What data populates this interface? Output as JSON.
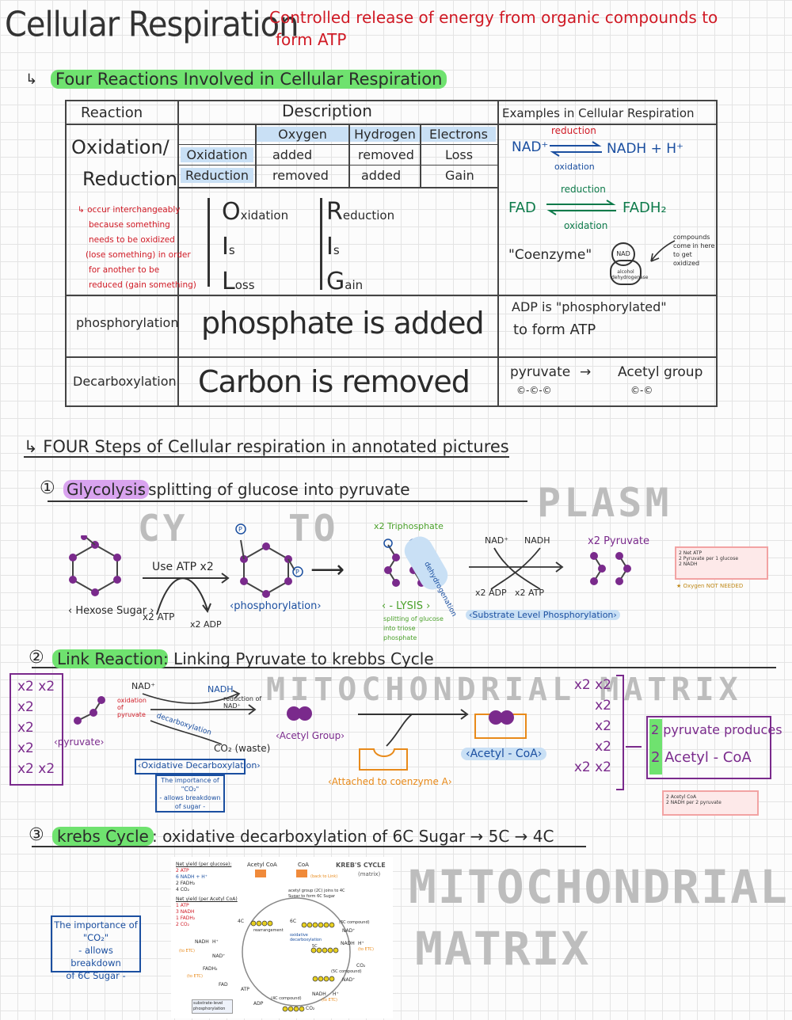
{
  "header": {
    "title": "Cellular Respiration",
    "definition_line1": "Controlled release of energy from organic compounds to",
    "definition_line2": "form ATP"
  },
  "section1": {
    "title": "Four Reactions Involved in Cellular Respiration"
  },
  "table": {
    "headers": {
      "reaction": "Reaction",
      "description": "Description",
      "examples": "Examples in Cellular Respiration"
    },
    "subheaders": {
      "oxygen": "Oxygen",
      "hydrogen": "Hydrogen",
      "electrons": "Electrons"
    },
    "oxidation_row": {
      "label": "Oxidation",
      "oxygen": "added",
      "hydrogen": "removed",
      "electrons": "Loss"
    },
    "reduction_row": {
      "label": "Reduction",
      "oxygen": "removed",
      "hydrogen": "added",
      "electrons": "Gain"
    },
    "redox": {
      "name_line1": "Oxidation/",
      "name_line2": "Reduction",
      "note": [
        "↳ occur interchangeably",
        "because something",
        "needs to be oxidized",
        "(lose something) in order",
        "for another to be",
        "reduced (gain something)"
      ],
      "mnemonic_left": [
        {
          "letter": "O",
          "rest": "xidation"
        },
        {
          "letter": "I",
          "rest": "s"
        },
        {
          "letter": "L",
          "rest": "oss"
        }
      ],
      "mnemonic_right": [
        {
          "letter": "R",
          "rest": "eduction"
        },
        {
          "letter": "I",
          "rest": "s"
        },
        {
          "letter": "G",
          "rest": "ain"
        }
      ],
      "ex_nad_left": "NAD⁺",
      "ex_nad_right": "NADH + H⁺",
      "ex_reduction": "reduction",
      "ex_oxidation": "oxidation",
      "ex_fad_left": "FAD",
      "ex_fad_right": "FADH₂",
      "coenzyme": "\"Coenzyme\"",
      "nad_circle": "NAD",
      "alcohol": "alcohol dehydrogenase",
      "compounds_note": "compounds come in here to get oxidized"
    },
    "phosphorylation": {
      "name": "phosphorylation",
      "desc": "phosphate is added",
      "ex_line1": "ADP is \"phosphorylated\"",
      "ex_line2": "to form ATP"
    },
    "decarboxylation": {
      "name": "Decarboxylation",
      "desc": "Carbon is removed",
      "ex_left": "pyruvate",
      "ex_arrow": "→",
      "ex_right": "Acetyl group"
    }
  },
  "section2": {
    "title": "↳ FOUR Steps of Cellular respiration in annotated pictures"
  },
  "glycolysis": {
    "num": "①",
    "title": "Glycolysis",
    "desc": ": splitting of glucose into pyruvate",
    "watermark1": "CY",
    "watermark2": "TO",
    "watermark3": "PLASM",
    "use_atp": "Use ATP x2",
    "hexose": "‹ Hexose Sugar ›",
    "x2atp": "x2 ATP",
    "x2adp": "x2 ADP",
    "p": "P",
    "phosphorylation": "‹phosphorylation›",
    "triphosphate": "x2 Triphosphate",
    "dehydrogenation": "dehydrogenation",
    "lysis": "‹ - LYSIS ›",
    "lysis_note": "splitting of glucose into triose phosphate",
    "nad": "NAD⁺",
    "nadh": "NADH",
    "x2adp2": "x2 ADP",
    "x2atp2": "x2 ATP",
    "substrate": "‹Substrate Level Phosphorylation›",
    "x2pyruvate": "x2 Pyruvate",
    "yield": [
      "2 Net ATP",
      "2 Pyruvate  per 1 glucose",
      "2 NADH"
    ],
    "oxygen_note": "★ Oxygen NOT NEEDED"
  },
  "link": {
    "num": "②",
    "title": "Link Reaction",
    "desc": ": Linking Pyruvate to krebbs Cycle",
    "watermark": "MITOCHONDRIAL MATRIX",
    "left_counts": [
      "x2 x2",
      "x2",
      "x2",
      "x2",
      "x2 x2"
    ],
    "nad": "NAD⁺",
    "nadh": "NADH",
    "oxidation": "oxidation of pyruvate",
    "reduction": "reduction of NAD⁺",
    "decarboxylation": "decarboxylation",
    "co2": "CO₂ (waste)",
    "pyruvate": "‹pyruvate›",
    "oxdecarb": "‹Oxidative Decarboxylation›",
    "importance": [
      "The importance of",
      "\"CO₂\"",
      "- allows breakdown",
      "of sugar -"
    ],
    "acetyl_group": "‹Acetyl Group›",
    "attached": "‹Attached to coenzyme A›",
    "acetyl_coa": "‹Acetyl - CoA›",
    "right_counts": [
      "x2 x2",
      "x2",
      "x2",
      "x2",
      "x2 x2"
    ],
    "produces_line1": "2 pyruvate produces",
    "produces_line2": "2 Acetyl - CoA",
    "yield": [
      "2 Acetyl CoA",
      "2 NADH   per 2 pyruvate"
    ]
  },
  "krebs": {
    "num": "③",
    "title": "krebs Cycle",
    "desc": ": oxidative decarboxylation of 6C Sugar → 5C → 4C",
    "importance": [
      "The importance of",
      "\"CO₂\"",
      "- allows breakdown",
      "of 6C Sugar -"
    ],
    "watermark1": "MITOCHONDRIAL",
    "watermark2": "MATRIX",
    "diagram": {
      "net_yield": "Net yield (per glucose):",
      "items": [
        "2 ATP",
        "6 NADH + H⁺",
        "2 FADH₂",
        "4 CO₂"
      ],
      "net_yield2": "Net yield (per Acetyl CoA)",
      "items2": [
        "1 ATP",
        "3 NADH",
        "1 FADH₂",
        "2 CO₂"
      ],
      "acetyl_coa": "Acetyl CoA",
      "coa": "CoA",
      "title": "KREB'S CYCLE",
      "subtitle": "(matrix)",
      "back_to_link": "(back to Link)",
      "note": "acetyl group (2C) joins to 4C Sugar to form 6C Sugar",
      "c4": "4C",
      "c6": "6C",
      "c5": "5C",
      "rearrangement": "rearrangement",
      "oxidative_decarb": "oxidative decarboxylation",
      "nad": "NAD⁺",
      "nadh": "NADH",
      "h": "H⁺",
      "to_etc": "(to ETC)",
      "co2": "CO₂",
      "fadh2": "FADH₂",
      "fad": "FAD",
      "atp": "ATP",
      "adp": "ADP",
      "substrate": "substrate-level phosphorylation",
      "six_c_compound": "(6C compound)",
      "five_c_compound": "(5C compound)",
      "four_c_compound": "(4C compound)"
    }
  }
}
